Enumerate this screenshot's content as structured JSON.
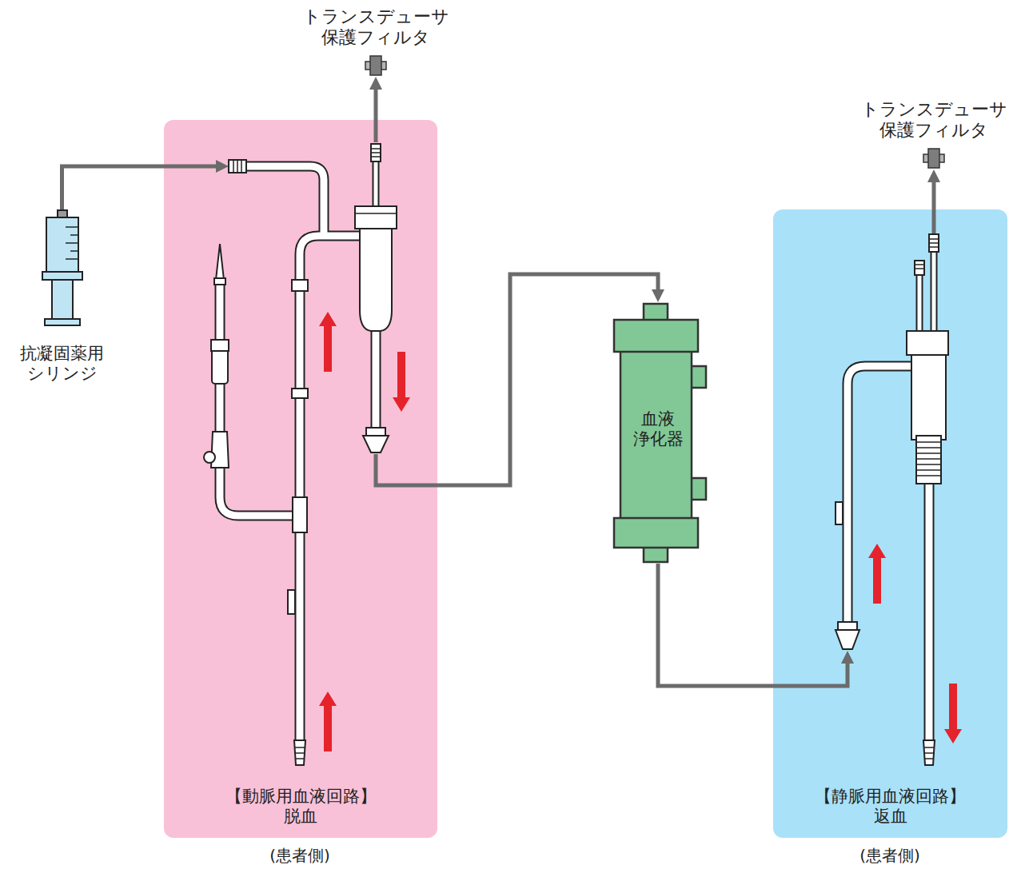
{
  "diagram": {
    "nodes": [
      {
        "text": [
          "トランスデューサ 保護フィルタ"
        ]
      },
      {
        "text": [
          "トランスデューサ 保護フィルタ"
        ]
      },
      {
        "text": [
          "抗凝固薬用 シリンジ"
        ]
      },
      {
        "text": [
          "【動脈用血液回路】",
          "脱血"
        ]
      },
      {
        "text": [
          "血液 浄化器"
        ]
      },
      {
        "text": [
          "【静脈用血液回路】",
          "返血"
        ]
      }
    ],
    "edges": [
      {
        "from": 2,
        "to": 3,
        "arrow": "to"
      },
      {
        "from": 3,
        "to": 0,
        "arrow": "to"
      },
      {
        "from": 3,
        "to": 4,
        "arrow": "to"
      },
      {
        "from": 4,
        "to": 5,
        "arrow": "to"
      },
      {
        "from": 5,
        "to": 1,
        "arrow": "to"
      }
    ],
    "labels": [
      "(患者側)",
      "(患者側)"
    ]
  }
}
